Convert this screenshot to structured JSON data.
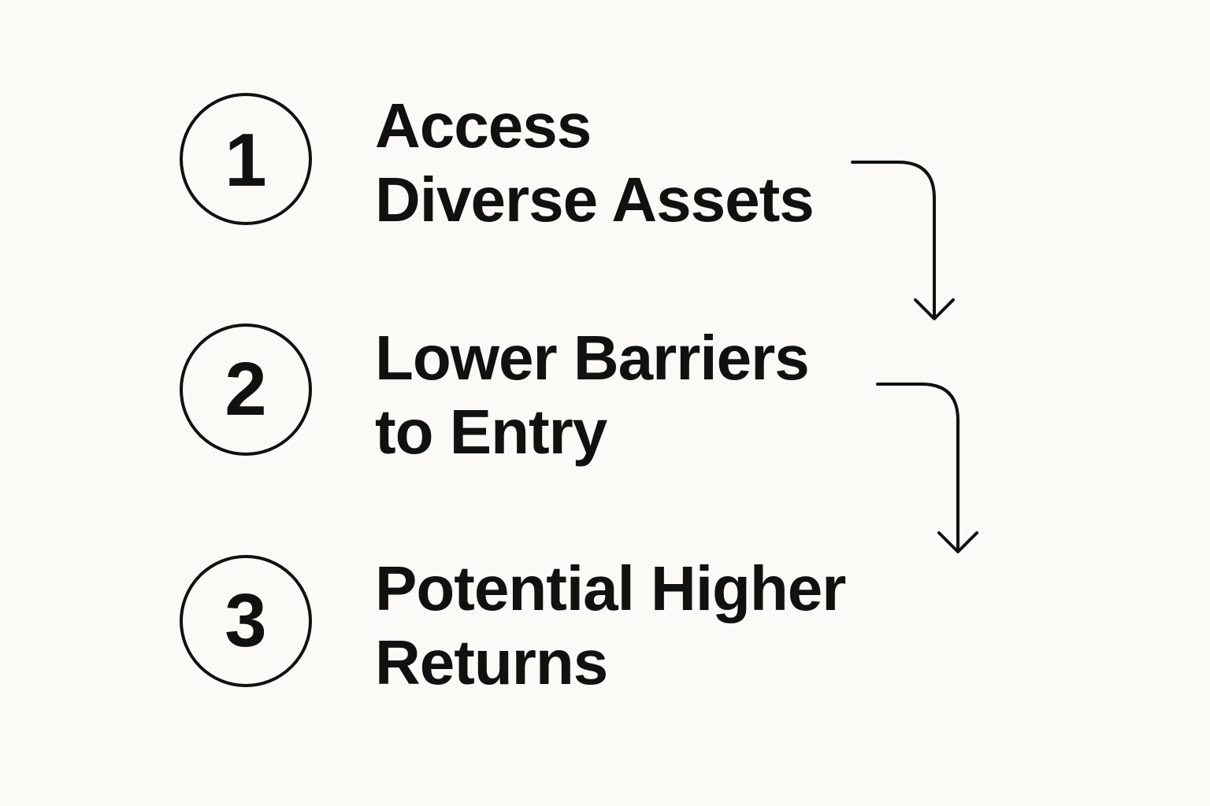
{
  "steps": [
    {
      "number": "1",
      "lines": [
        "Access",
        "Diverse Assets"
      ]
    },
    {
      "number": "2",
      "lines": [
        "Lower Barriers",
        "to Entry"
      ]
    },
    {
      "number": "3",
      "lines": [
        "Potential Higher",
        "Returns"
      ]
    }
  ],
  "colors": {
    "background": "#fbfaf6",
    "ink": "#111111"
  },
  "icons": [
    "arrow-down-curved-icon"
  ]
}
